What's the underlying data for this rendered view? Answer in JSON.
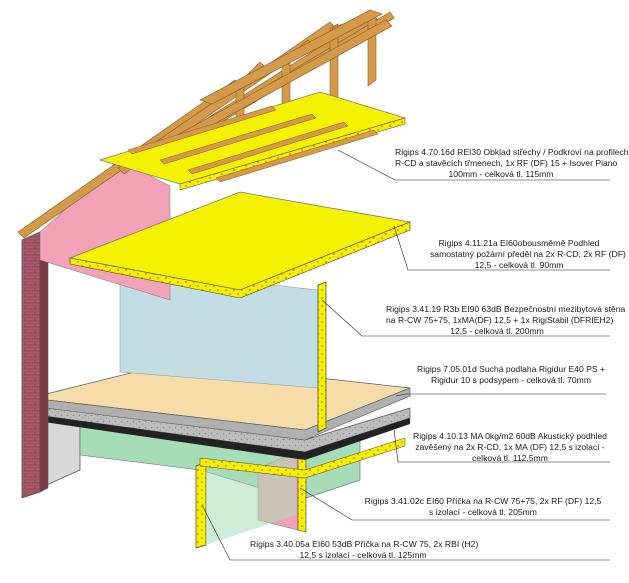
{
  "labels": [
    {
      "id": "roof",
      "lines": [
        "Rigips 4.70.16d REI30 Obklad střechy / Podkroví na profilech",
        "R-CD a stavěcích třmenech, 1x RF (DF) 15 + Isover Piano",
        "100mm - celková tl. 115mm"
      ]
    },
    {
      "id": "ceiling",
      "lines": [
        "Rigips 4.11.21a EI60obousměrně Podhled",
        "samostatný požární předěl na 2x R-CD, 2x RF (DF)",
        "12,5  - celková tl. 90mm"
      ]
    },
    {
      "id": "partition-wall",
      "lines": [
        "Rigips 3.41.19 R3b EI90 63dB Bezpečnostní mezibytová stěna",
        "na R-CW 75+75, 1xMA(DF) 12,5 + 1x RigiStabil (DFRIEH2)",
        "12,5  - celková tl. 200mm"
      ]
    },
    {
      "id": "dry-floor",
      "lines": [
        "Rigips 7.05.01d Suchá podlaha Rigidur E40 PS +",
        "Rigidur 10 s podsypem - celková tl. 70mm"
      ]
    },
    {
      "id": "acoustic-ceiling",
      "lines": [
        "Rigips 4.10.13 MA 0kg/m2 60dB Akustický podhled",
        "zavěšený na 2x R-CD,  1x MA (DF) 12,5 s izolací -",
        "celková tl. 112.5mm"
      ]
    },
    {
      "id": "partition-205",
      "lines": [
        "Rigips 3.41.02c EI60 Příčka na R-CW 75+75, 2x RF (DF) 12,5",
        "s izolací - celková tl. 205mm"
      ]
    },
    {
      "id": "partition-125",
      "lines": [
        "Rigips 3.40.05a EI60 53dB Příčka na R-CW 75, 2x RBI (H2)",
        "12,5 s izolací - celková tl. 125mm"
      ]
    }
  ],
  "colors": {
    "board_yellow": "#f4f200",
    "board_edge": "#e8d800",
    "timber": "#d49a4c",
    "timber_dark": "#a8712c",
    "masonry": "#a85a6a",
    "insulation_pink": "#f2a2b6",
    "wall_blue": "#c4dde4",
    "wall_green": "#a6dcb8",
    "floor_tan": "#f6dca8",
    "concrete": "#bdbdbd"
  }
}
